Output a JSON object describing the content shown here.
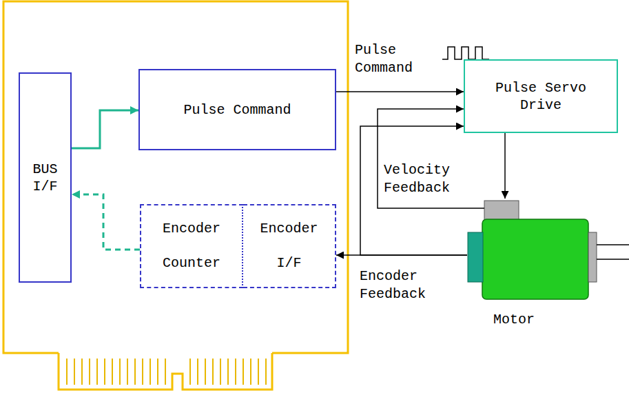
{
  "diagram": {
    "nodes": [
      {
        "text": [
          "BUS I/F"
        ]
      },
      {
        "text": [
          "Pulse Command"
        ]
      },
      {
        "text": [
          "Encoder Counter"
        ]
      },
      {
        "text": [
          "Encoder I/F"
        ]
      },
      {
        "text": [
          "Pulse Servo Drive"
        ]
      },
      {
        "text": [
          "Motor"
        ]
      }
    ],
    "edges": [
      {
        "from": 0,
        "to": 1,
        "arrow": "to"
      },
      {
        "from": 2,
        "to": 0,
        "arrow": "to"
      },
      {
        "from": 1,
        "to": 4,
        "label": "Pulse Command",
        "arrow": "to"
      },
      {
        "from": 5,
        "to": 4,
        "label": "Velocity Feedback",
        "arrow": "to"
      },
      {
        "from": 5,
        "to": 3,
        "label": "Encoder Feedback",
        "arrow": "to"
      },
      {
        "from": 5,
        "to": 4,
        "arrow": "to"
      },
      {
        "from": 4,
        "to": 5,
        "arrow": "to"
      }
    ]
  }
}
